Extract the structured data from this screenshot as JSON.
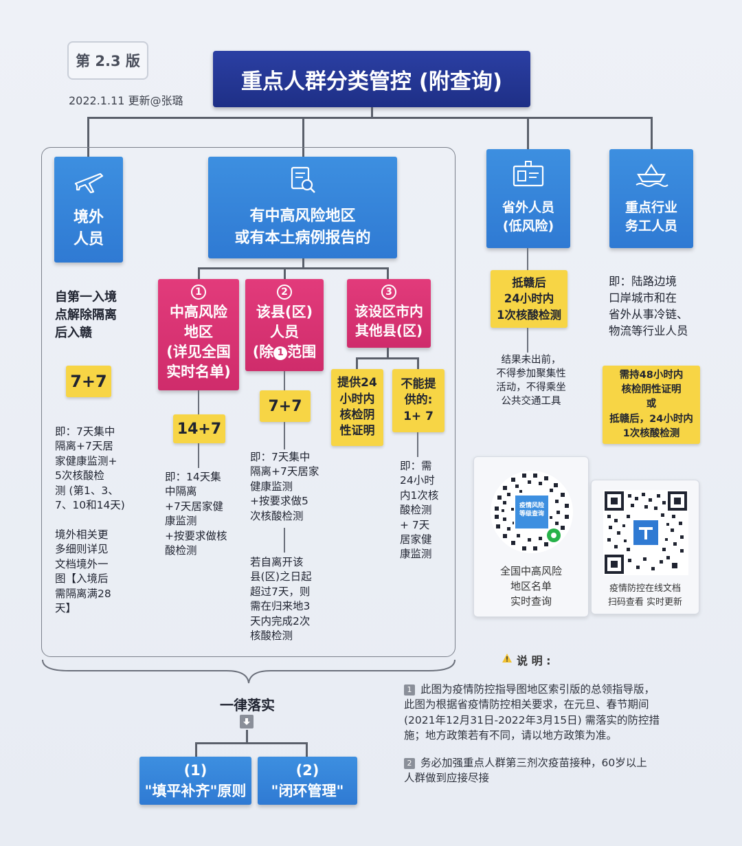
{
  "header": {
    "version": "第 2.3 版",
    "update": "2022.1.11 更新@张璐",
    "title": "重点人群分类管控 (附查询)"
  },
  "categories": {
    "overseas": {
      "label": "境外\n人员",
      "icon": "airplane-icon"
    },
    "risk_area": {
      "label": "有中高风险地区\n或有本土病例报告的",
      "icon": "document-search-icon"
    },
    "out_of_province": {
      "label": "省外人员\n(低风险)",
      "icon": "id-badge-icon"
    },
    "key_industry": {
      "label": "重点行业\n务工人员",
      "icon": "ship-icon"
    }
  },
  "overseas": {
    "desc": "自第一入境\n点解除隔离\n后入赣",
    "rule": "7+7",
    "detail": "即：7天集中\n隔离+7天居\n家健康监测+\n5次核酸检\n测 (第1、3、\n7、10和14天)",
    "extra": "境外相关更\n多细则详见\n文档境外一\n图【入境后\n需隔离满28\n天】"
  },
  "risk_subs": [
    {
      "num": "1",
      "label": "中高风险\n地区\n(详见全国\n实时名单)",
      "rule": "14+7",
      "detail": "即：14天集\n中隔离\n+7天居家健\n康监测\n+按要求做核\n酸检测"
    },
    {
      "num": "2",
      "label": "该县(区)\n人员\n(除",
      "label_num": "1",
      "label_tail": "范围",
      "rule": "7+7",
      "detail": "即：7天集中\n隔离+7天居家\n健康监测\n+按要求做5\n次核酸检测",
      "extra": "若自离开该\n县(区)之日起\n超过7天，则\n需在归来地3\n天内完成2次\n核酸检测"
    },
    {
      "num": "3",
      "label": "该设区市内\n其他县(区)",
      "options": [
        {
          "label": "提供24\n小时内\n核检阴\n性证明"
        },
        {
          "label": "不能提\n供的:\n1+ 7",
          "detail": "即：需\n24小时\n内1次核\n酸检测\n+ 7天\n居家健\n康监测"
        }
      ]
    }
  ],
  "out_of_province": {
    "rule": "抵赣后\n24小时内\n1次核酸检测",
    "detail": "结果未出前，\n不得参加聚集性\n活动，不得乘坐\n公共交通工具"
  },
  "key_industry": {
    "desc": "即：陆路边境\n口岸城市和在\n省外从事冷链、\n物流等行业人员",
    "rule": "需持48小时内\n核检阴性证明\n或\n抵赣后，24小时内\n1次核酸检测"
  },
  "qr": {
    "risk_list": {
      "center": "疫情风险\n等级查询",
      "caption": "全国中高风险\n地区名单\n实时查询"
    },
    "doc": {
      "caption": "疫情防控在线文档\n扫码查看 实时更新"
    }
  },
  "bottom": {
    "label": "一律落实",
    "items": [
      "(1)\n\"填平补齐\"原则",
      "(2)\n\"闭环管理\""
    ]
  },
  "notes": {
    "title": "说 明 :",
    "items": [
      "此图为疫情防控指导图地区索引版的总领指导版，\n此图为根据省疫情防控相关要求，在元旦、春节期间\n(2021年12月31日-2022年3月15日) 需落实的防控措\n施；地方政策若有不同，请以地方政策为准。",
      "务必加强重点人群第三剂次疫苗接种，60岁以上\n人群做到应接尽接"
    ]
  },
  "colors": {
    "navy": "#1e2f86",
    "blue": "#2f7ad3",
    "pink": "#cf2c6b",
    "yellow": "#f7d545"
  }
}
